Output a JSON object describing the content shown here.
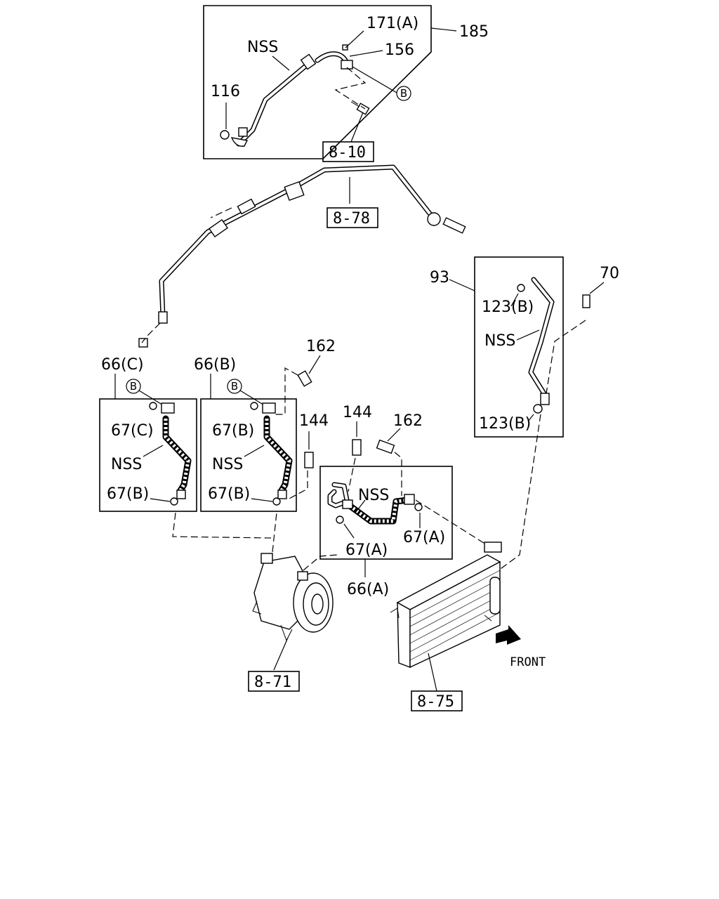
{
  "labels": {
    "l171a": "171(A)",
    "l185": "185",
    "l156": "156",
    "lnss_top": "NSS",
    "l116": "116",
    "lb_top": "B",
    "r810": "8-10",
    "r878": "8-78",
    "l93": "93",
    "l70": "70",
    "l123b_1": "123(B)",
    "lnss_93": "NSS",
    "l123b_2": "123(B)",
    "l162_1": "162",
    "l66c": "66(C)",
    "l66b": "66(B)",
    "lb_66c": "B",
    "lb_66b": "B",
    "l67c": "67(C)",
    "l67b_1": "67(B)",
    "lnss_66c": "NSS",
    "lnss_66b": "NSS",
    "l67b_2": "67(B)",
    "l67b_3": "67(B)",
    "l144_1": "144",
    "l144_2": "144",
    "l162_2": "162",
    "lnss_66a": "NSS",
    "l67a_1": "67(A)",
    "l67a_2": "67(A)",
    "l66a": "66(A)",
    "r871": "8-71",
    "r875": "8-75",
    "front": "FRONT"
  }
}
